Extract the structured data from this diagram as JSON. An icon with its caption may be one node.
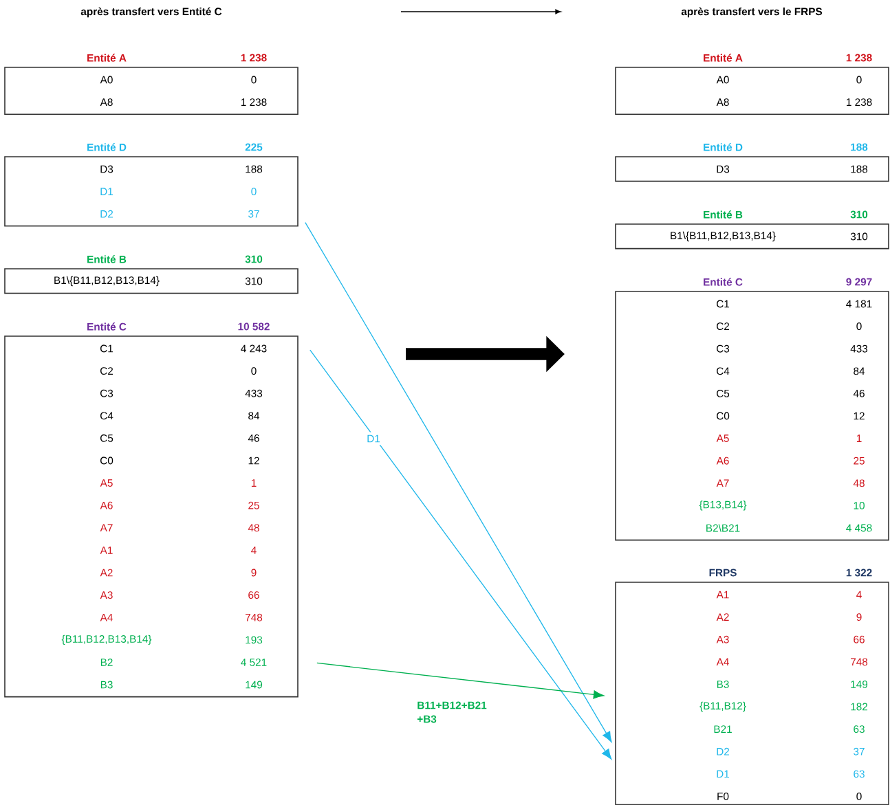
{
  "diagram": {
    "nodes": [
      {
        "text": [
          "Entité A",
          "1 238",
          "A0",
          "0",
          "A8",
          "1 238"
        ]
      },
      {
        "text": [
          "Entité D",
          "225",
          "D3",
          "188",
          "D1",
          "0",
          "D2",
          "37"
        ]
      },
      {
        "text": [
          "Entité B",
          "310",
          "B1\\{B11,B12,B13,B14}",
          "310"
        ]
      },
      {
        "text": [
          "Entité C",
          "10 582",
          "C1",
          "4 243",
          "C2",
          "0",
          "C3",
          "433",
          "C4",
          "84",
          "C5",
          "46",
          "C0",
          "12",
          "A5",
          "1",
          "A6",
          "25",
          "A7",
          "48",
          "A1",
          "4",
          "A2",
          "9",
          "A3",
          "66",
          "A4",
          "748",
          "{B11,B12,B13,B14}",
          "193",
          "B2",
          "4 521",
          "B3",
          "149"
        ]
      },
      {
        "text": [
          "Entité A",
          "1 238",
          "A0",
          "0",
          "A8",
          "1 238"
        ]
      },
      {
        "text": [
          "Entité D",
          "188",
          "D3",
          "188"
        ]
      },
      {
        "text": [
          "Entité B",
          "310",
          "B1\\{B11,B12,B13,B14}",
          "310"
        ]
      },
      {
        "text": [
          "Entité C",
          "9 297",
          "C1",
          "4 181",
          "C2",
          "0",
          "C3",
          "433",
          "C4",
          "84",
          "C5",
          "46",
          "C0",
          "12",
          "A5",
          "1",
          "A6",
          "25",
          "A7",
          "48",
          "{B13,B14}",
          "10",
          "B2\\B21",
          "4 458"
        ]
      },
      {
        "text": [
          "FRPS",
          "1 322",
          "A1",
          "4",
          "A2",
          "9",
          "A3",
          "66",
          "A4",
          "748",
          "B3",
          "149",
          "{B11,B12}",
          "182",
          "B21",
          "63",
          "D2",
          "37",
          "D1",
          "63",
          "F0",
          "0"
        ]
      }
    ],
    "edges": [
      {
        "from": 1,
        "to": 8,
        "arrow": "to",
        "color": "#1fb7ea"
      },
      {
        "from": 3,
        "to": 8,
        "arrow": "to",
        "color": "#1fb7ea",
        "label": "D1"
      },
      {
        "from": 3,
        "to": 8,
        "arrow": "to",
        "color": "#00b050",
        "label": "B11+B12+B21 +B3"
      }
    ],
    "labels": [
      "après transfert vers Entité C",
      "après transfert vers le FRPS"
    ]
  }
}
